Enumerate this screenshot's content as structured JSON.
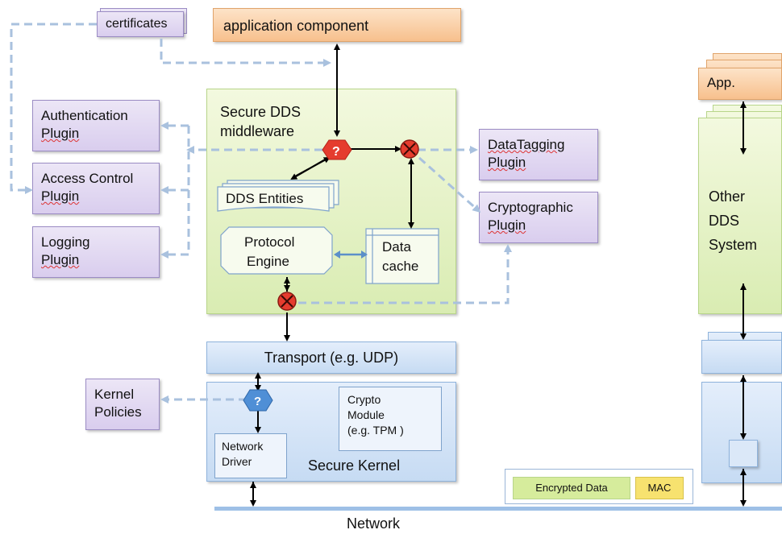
{
  "labels": {
    "certificates": "certificates",
    "application_component": "application component",
    "authentication_plugin": [
      "Authentication",
      "Plugin"
    ],
    "access_control_plugin": [
      "Access Control",
      "Plugin"
    ],
    "logging_plugin": [
      "Logging",
      "Plugin"
    ],
    "secure_dds_middleware": [
      "Secure DDS",
      "middleware"
    ],
    "dds_entities": "DDS Entities",
    "protocol_engine": [
      "Protocol",
      "Engine"
    ],
    "data_cache": [
      "Data",
      "cache"
    ],
    "datatagging_plugin": [
      "DataTagging",
      "Plugin"
    ],
    "cryptographic_plugin": [
      "Cryptographic",
      "Plugin"
    ],
    "transport": "Transport (e.g. UDP)",
    "kernel_policies": [
      "Kernel",
      "Policies"
    ],
    "crypto_module": [
      "Crypto",
      "Module",
      "(e.g. TPM )"
    ],
    "network_driver": [
      "Network",
      "Driver"
    ],
    "secure_kernel": "Secure Kernel",
    "network": "Network",
    "app": "App.",
    "other_dds_system": [
      "Other",
      "DDS",
      "System"
    ],
    "encrypted_data": "Encrypted Data",
    "mac": "MAC",
    "policy_check_symbol": "?"
  },
  "colors": {
    "purple_fill": "#ddd2ef",
    "green_fill": "#e3f0c4",
    "blue_fill": "#cfe0f5",
    "orange_fill": "#f9cc9e",
    "policy_check_red": "#e53c2e",
    "policy_check_blue": "#4f8fd6",
    "dashed_line": "#a9c1de",
    "network_line": "#9ec0e6"
  }
}
